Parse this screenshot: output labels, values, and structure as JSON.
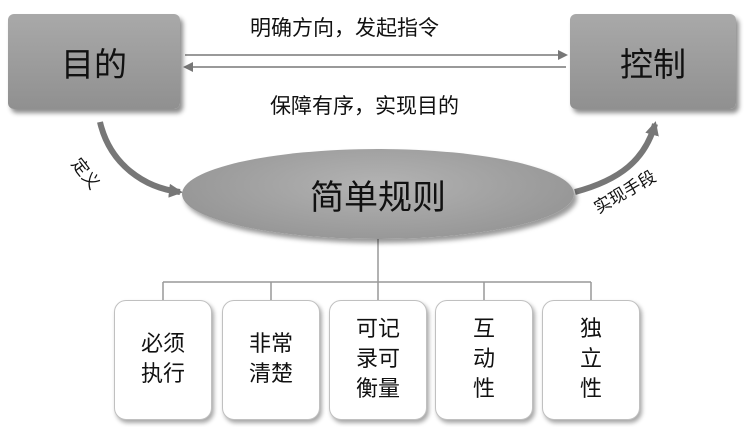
{
  "nodes": {
    "goal": "目的",
    "control": "控制",
    "simple_rules": "简单规则"
  },
  "edges": {
    "goal_to_control": "明确方向，发起指令",
    "control_to_goal": "保障有序，实现目的",
    "goal_to_rules": "定义",
    "rules_to_control": "实现手段"
  },
  "rule_items": [
    "必须执行",
    "非常清楚",
    "可记录可衡量",
    "互动性",
    "独立性"
  ]
}
